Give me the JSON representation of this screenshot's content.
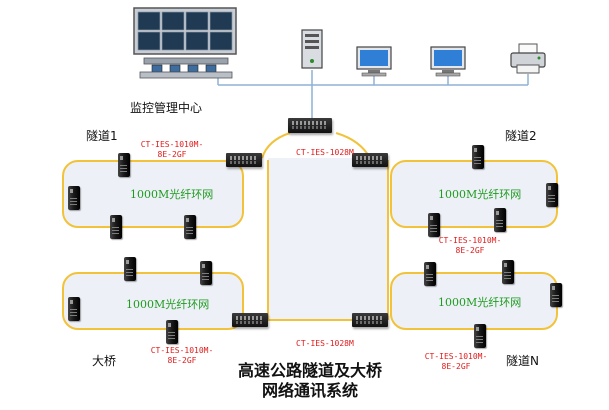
{
  "diagram_title": [
    "高速公路隧道及大桥",
    "网络通讯系统"
  ],
  "monitoring_center": {
    "label": "监控管理中心"
  },
  "core_switches": [
    {
      "model": "CT-IES-1028M"
    },
    {
      "model": "CT-IES-1028M"
    }
  ],
  "rings": [
    {
      "name": "隧道1",
      "ring_label": "1000M光纤环网",
      "model": "CT-IES-1010M-8E-2GF"
    },
    {
      "name": "隧道2",
      "ring_label": "1000M光纤环网",
      "model": "CT-IES-1010M-8E-2GF"
    },
    {
      "name": "大桥",
      "ring_label": "1000M光纤环网",
      "model": "CT-IES-1010M-8E-2GF"
    },
    {
      "name": "隧道N",
      "ring_label": "1000M光纤环网",
      "model": "CT-IES-1010M-8E-2GF"
    }
  ],
  "colors": {
    "fiber_ring": "#f2c23a",
    "ring_fill": "#edf1f7",
    "backbone_fill": "#eef2f8",
    "lan_line": "#8fb1d6",
    "ring_label": "#1f9a1f",
    "model_text": "#e01b1b"
  },
  "icons": [
    "video-wall-icon",
    "server-icon",
    "workstation-icon",
    "printer-icon",
    "industrial-switch-icon",
    "rack-switch-icon"
  ]
}
